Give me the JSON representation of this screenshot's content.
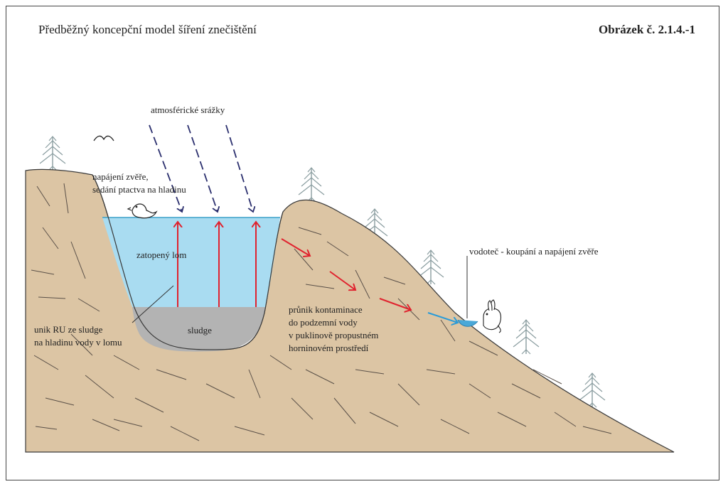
{
  "title": "Předběžný koncepční model šíření znečištění",
  "figure_number": "Obrázek č. 2.1.4.-1",
  "labels": {
    "precipitation": "atmosférické srážky",
    "animal_feeding_line1": "napájení zvěře,",
    "animal_feeding_line2": "sedání ptactva na hladinu",
    "flooded_quarry": "zatopený lom",
    "sludge": "sludge",
    "ru_leak_line1": "unik RU ze sludge",
    "ru_leak_line2": "na hladinu vody v lomu",
    "stream": "vodoteč - koupání a napájení zvěře",
    "penetration_line1": "průnik kontaminace",
    "penetration_line2": "do podzemní vody",
    "penetration_line3": "v puklinově propustném",
    "penetration_line4": "horninovém prostředí"
  },
  "colors": {
    "ground": "#dcc5a4",
    "ground_outline": "#3a3a3a",
    "crack_lines": "#5a5048",
    "water": "#a9dcf1",
    "sludge": "#b3b3b3",
    "precip_arrows": "#2b2f6e",
    "contamination_arrows": "#e0222e",
    "stream_arrow": "#2a9bd8",
    "trees": "#8a9da0"
  }
}
